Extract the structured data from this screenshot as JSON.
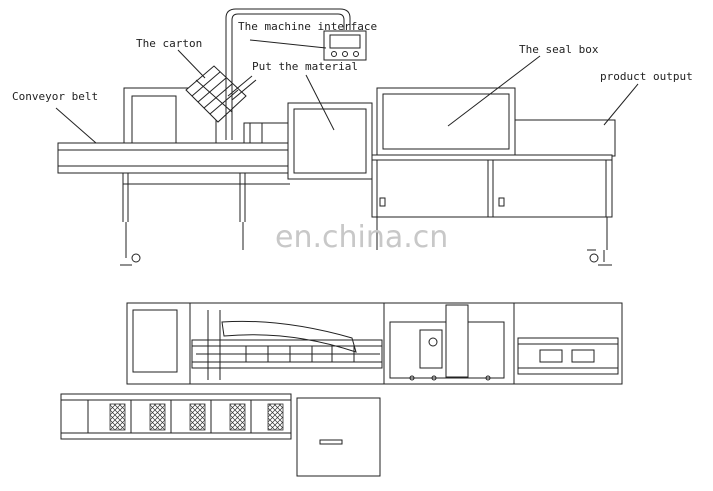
{
  "labels": {
    "conveyor_belt": "Conveyor belt",
    "carton": "The carton",
    "machine_interface": "The machine interface",
    "put_material": "Put the material",
    "seal_box": "The seal box",
    "product_output": "product output"
  },
  "watermark": "en.china.cn",
  "colors": {
    "line": "#222222",
    "watermark": "#c8c8c8",
    "background": "#ffffff"
  }
}
